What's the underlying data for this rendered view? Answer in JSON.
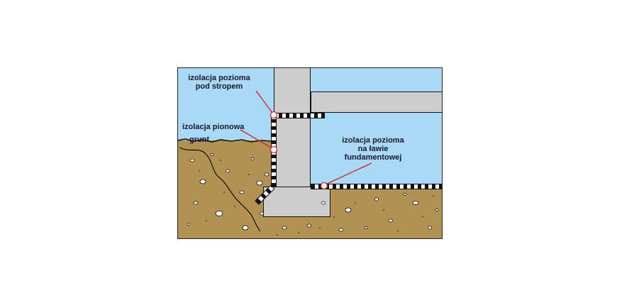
{
  "labels": {
    "horizontal_under_ceiling": "izolacja pozioma\npod stropem",
    "vertical": "izolacja pionowa",
    "ground": "grunt",
    "horizontal_on_footing": "izolacja pozioma\nna ławie\nfundamentowej"
  },
  "colors": {
    "sky": "#a9d9f5",
    "soil": "#b29253",
    "concrete": "#cdcdcd",
    "concrete-dark": "#a3a3a3",
    "leader": "#cc2222",
    "label-text": "#181830",
    "outline": "#111111"
  }
}
